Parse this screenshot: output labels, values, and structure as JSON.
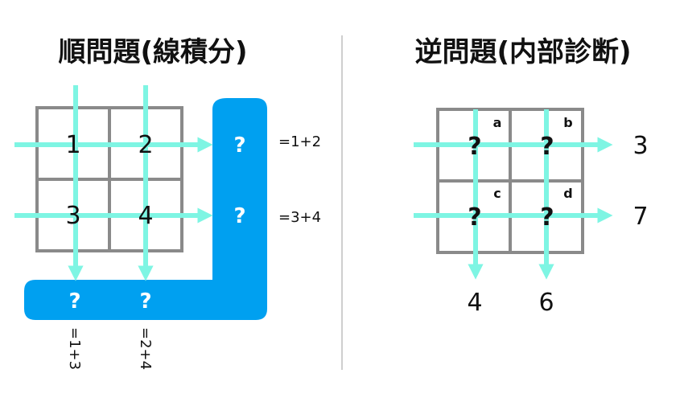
{
  "colors": {
    "arrow": "#7ef5e3",
    "grid": "#8a8a8a",
    "box": "#00a0f0",
    "divider": "#bdbdbd",
    "text": "#111111"
  },
  "left_panel": {
    "title": "順問題(線積分)",
    "cells": [
      "1",
      "2",
      "3",
      "4"
    ],
    "right_questions": [
      "?",
      "?"
    ],
    "bottom_questions": [
      "?",
      "?"
    ],
    "row_equations": [
      "=1+2",
      "=3+4"
    ],
    "col_equations": [
      "=1+3",
      "=2+4"
    ]
  },
  "right_panel": {
    "title": "逆問題(内部診断)",
    "cell_marks": [
      "?",
      "?",
      "?",
      "?"
    ],
    "cell_labels": [
      "a",
      "b",
      "c",
      "d"
    ],
    "row_sums": [
      "3",
      "7"
    ],
    "col_sums": [
      "4",
      "6"
    ]
  }
}
